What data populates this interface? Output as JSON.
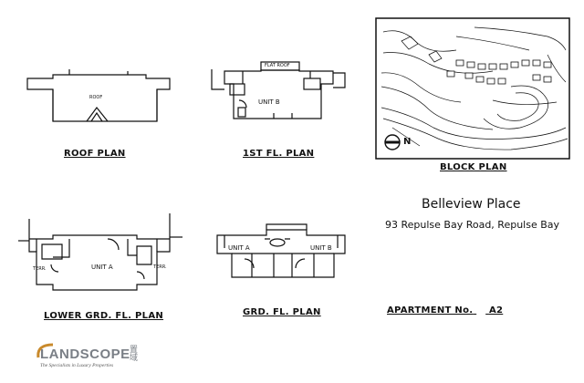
{
  "plans": {
    "roof": {
      "caption": "ROOF PLAN",
      "label": "ROOF"
    },
    "first_floor": {
      "caption": "1ST FL. PLAN",
      "unit_label": "UNIT B",
      "flat_roof_label": "FLAT ROOF"
    },
    "block": {
      "caption": "BLOCK PLAN",
      "north_label": "N"
    },
    "lower_ground": {
      "caption": "LOWER GRD. FL. PLAN",
      "unit_label": "UNIT A",
      "left_tag": "TERR.",
      "right_tag": "TERR."
    },
    "ground": {
      "caption": "GRD. FL. PLAN",
      "unit_a_label": "UNIT A",
      "unit_b_label": "UNIT B"
    }
  },
  "property": {
    "name": "Belleview Place",
    "address": "93 Repulse Bay Road, Repulse Bay"
  },
  "apartment": {
    "label": "APARTMENT No.",
    "number": "A2"
  },
  "logo": {
    "brand": "LANDSCOPE",
    "tagline": "The Specialists in Luxury Properties",
    "chinese": "置域",
    "accent_color": "#c98a2c",
    "text_color": "#7a7f86"
  }
}
